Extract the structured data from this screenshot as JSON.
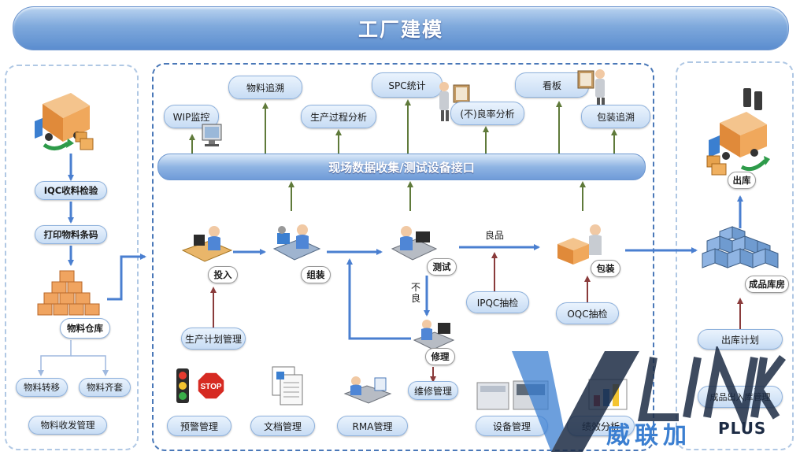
{
  "banner": {
    "title": "工厂建模"
  },
  "left": {
    "iqc": "IQC收料检验",
    "print_barcode": "打印物料条码",
    "warehouse": "物料仓库",
    "transfer": "物料转移",
    "kitting": "物料齐套",
    "receive_issue": "物料收发管理"
  },
  "center": {
    "bus": "现场数据收集/测试设备接口",
    "wip": "WIP监控",
    "trace": "物料追溯",
    "process_analysis": "生产过程分析",
    "spc": "SPC统计",
    "yield": "(不)良率分析",
    "board": "看板",
    "pack_trace": "包装追溯",
    "input": "投入",
    "assembly": "组装",
    "test": "测试",
    "pack": "包装",
    "good": "良品",
    "bad": "不良",
    "repair": "修理",
    "plan": "生产计划管理",
    "ipqc": "IPQC抽检",
    "oqc": "OQC抽检",
    "repair_mgmt": "维修管理",
    "alert": "预警管理",
    "docs": "文档管理",
    "rma": "RMA管理",
    "equipment": "设备管理",
    "performance": "绩效分析",
    "stop_sign": "STOP"
  },
  "right": {
    "out": "出库",
    "fg_warehouse": "成品库房",
    "out_plan": "出库计划",
    "in_out_mgmt": "成品出入库管理"
  },
  "watermark": {
    "brand_cn": "威联加",
    "brand_en": "PLUS"
  }
}
